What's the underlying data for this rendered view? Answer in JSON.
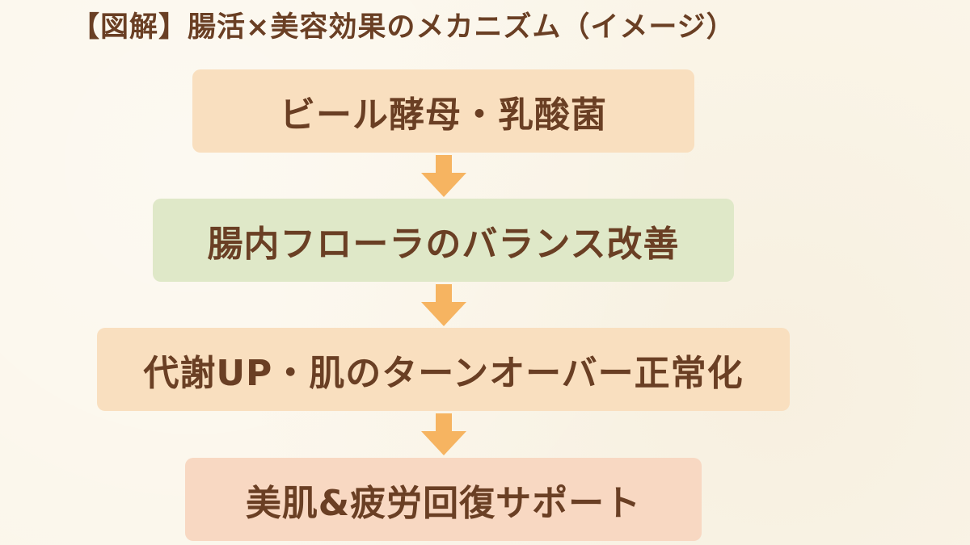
{
  "diagram": {
    "title": "【図解】腸活×美容効果のメカニズム（イメージ）",
    "steps": [
      {
        "label": "ビール酵母・乳酸菌"
      },
      {
        "label": "腸内フローラのバランス改善"
      },
      {
        "label": "代謝UP・肌のターンオーバー正常化"
      },
      {
        "label": "美肌&疲労回復サポート"
      }
    ],
    "colors": {
      "background": "#fbf6ea",
      "text": "#6a3f24",
      "step_peach": "#f9dfbf",
      "step_green": "#dfe8c8",
      "step_pink": "#f8d8c2",
      "arrow": "#f6b461"
    }
  }
}
